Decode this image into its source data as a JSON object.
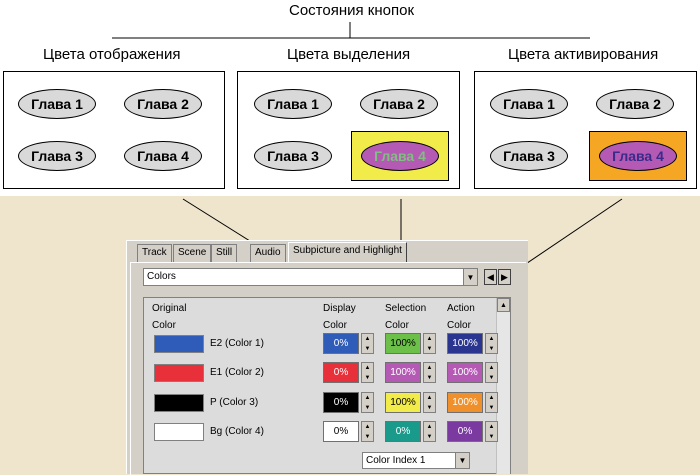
{
  "diagram": {
    "title": "Состояния кнопок",
    "groups": [
      {
        "label": "Цвета отображения",
        "buttons": [
          "Глава 1",
          "Глава 2",
          "Глава 3",
          "Глава 4"
        ]
      },
      {
        "label": "Цвета выделения",
        "buttons": [
          "Глава 1",
          "Глава 2",
          "Глава 3",
          "Глава 4"
        ]
      },
      {
        "label": "Цвета активирования",
        "buttons": [
          "Глава 1",
          "Глава 2",
          "Глава 3",
          "Глава 4"
        ]
      }
    ],
    "highlight_colors": {
      "selection_rect": "#f2ec4a",
      "action_rect": "#f5a623"
    }
  },
  "window": {
    "tabs": [
      "Track",
      "Scene",
      "Still",
      "Audio",
      "Subpicture and Highlight"
    ],
    "active_tab": "Subpicture and Highlight",
    "dropdown": {
      "value": "Colors"
    },
    "nav": {
      "prev": "◀",
      "next": "▶"
    },
    "headers": {
      "original": "Original",
      "original_sub": "Color",
      "display": "Display",
      "display_sub": "Color",
      "selection": "Selection",
      "selection_sub": "Color",
      "action": "Action",
      "action_sub": "Color"
    },
    "rows": [
      {
        "name": "E2 (Color 1)",
        "swatch": "#2e5cb8",
        "display": {
          "value": "0%",
          "color": "#2e5cb8"
        },
        "selection": {
          "value": "100%",
          "color": "#6cc04a"
        },
        "action": {
          "value": "100%",
          "color": "#2a3590"
        }
      },
      {
        "name": "E1 (Color 2)",
        "swatch": "#e8303a",
        "display": {
          "value": "0%",
          "color": "#e8303a"
        },
        "selection": {
          "value": "100%",
          "color": "#b45ab4"
        },
        "action": {
          "value": "100%",
          "color": "#b45ab4"
        }
      },
      {
        "name": "P (Color 3)",
        "swatch": "#000000",
        "display": {
          "value": "0%",
          "color": "#000000"
        },
        "selection": {
          "value": "100%",
          "color": "#f2ec4a"
        },
        "action": {
          "value": "100%",
          "color": "#f0902a"
        }
      },
      {
        "name": "Bg (Color 4)",
        "swatch": "#ffffff",
        "display": {
          "value": "0%",
          "color": "#ffffff"
        },
        "selection": {
          "value": "0%",
          "color": "#1a9a8a"
        },
        "action": {
          "value": "0%",
          "color": "#7a3aa0"
        }
      }
    ],
    "color_index": {
      "value": "Color Index 1"
    }
  }
}
